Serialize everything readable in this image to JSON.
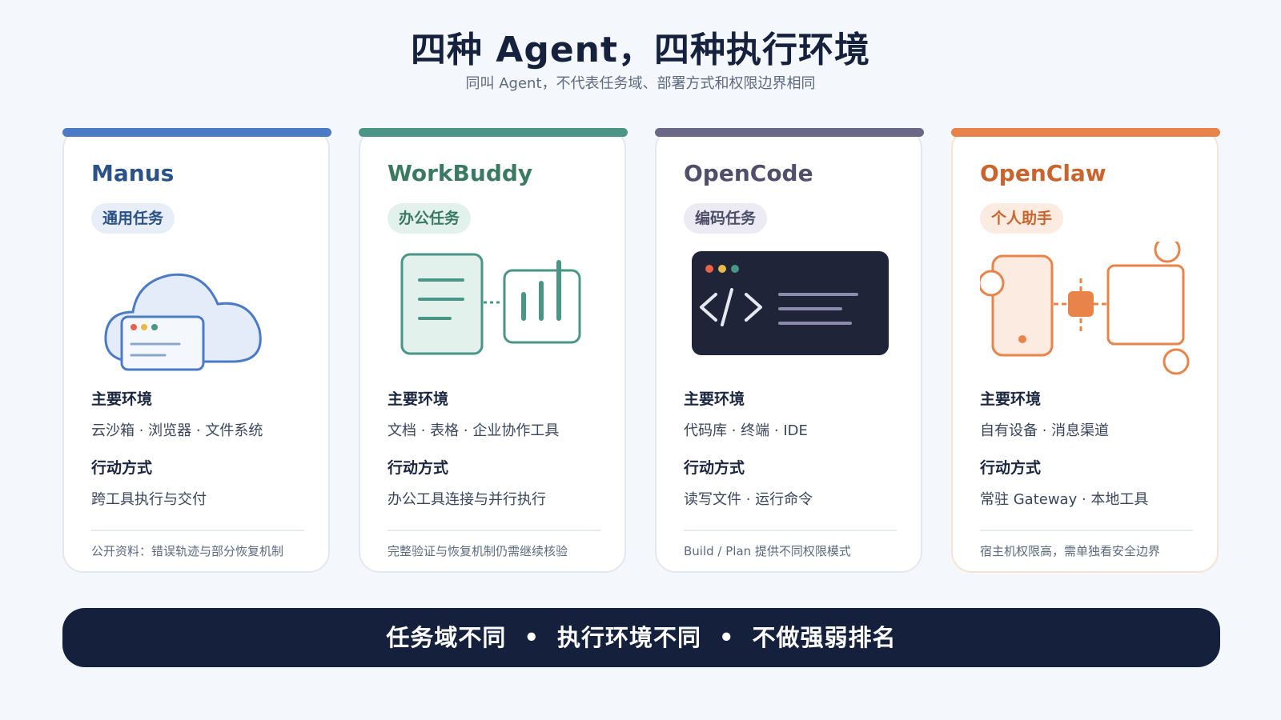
{
  "header": {
    "title": "四种 Agent，四种执行环境",
    "subtitle": "同叫 Agent，不代表任务域、部署方式和权限边界相同"
  },
  "section_labels": {
    "env": "主要环境",
    "action": "行动方式"
  },
  "cards": [
    {
      "name": "Manus",
      "tag": "通用任务",
      "icon": "cloud-browser-icon",
      "env": "云沙箱 · 浏览器 · 文件系统",
      "action": "跨工具执行与交付",
      "note": "公开资料：错误轨迹与部分恢复机制",
      "accent": "#4a7bc4",
      "name_color": "#2b5189",
      "tag_bg": "#e7eef8",
      "tag_color": "#2b5189"
    },
    {
      "name": "WorkBuddy",
      "tag": "办公任务",
      "icon": "document-chart-icon",
      "env": "文档 · 表格 · 企业协作工具",
      "action": "办公工具连接与并行执行",
      "note": "完整验证与恢复机制仍需继续核验",
      "accent": "#4a9585",
      "name_color": "#3a7a62",
      "tag_bg": "#e3f1ec",
      "tag_color": "#3a7a62"
    },
    {
      "name": "OpenCode",
      "tag": "编码任务",
      "icon": "code-terminal-icon",
      "env": "代码库 · 终端 · IDE",
      "action": "读写文件 · 运行命令",
      "note": "Build / Plan 提供不同权限模式",
      "accent": "#6a6886",
      "name_color": "#4f4e6b",
      "tag_bg": "#eceaf2",
      "tag_color": "#4f4e6b"
    },
    {
      "name": "OpenClaw",
      "tag": "个人助手",
      "icon": "device-gateway-icon",
      "env": "自有设备 · 消息渠道",
      "action": "常驻 Gateway · 本地工具",
      "note": "宿主机权限高，需单独看安全边界",
      "accent": "#e8834a",
      "name_color": "#c9642d",
      "tag_bg": "#fcebe0",
      "tag_color": "#c9642d"
    }
  ],
  "footer": {
    "part1": "任务域不同",
    "part2": "执行环境不同",
    "part3": "不做强弱排名",
    "separator": "•"
  }
}
